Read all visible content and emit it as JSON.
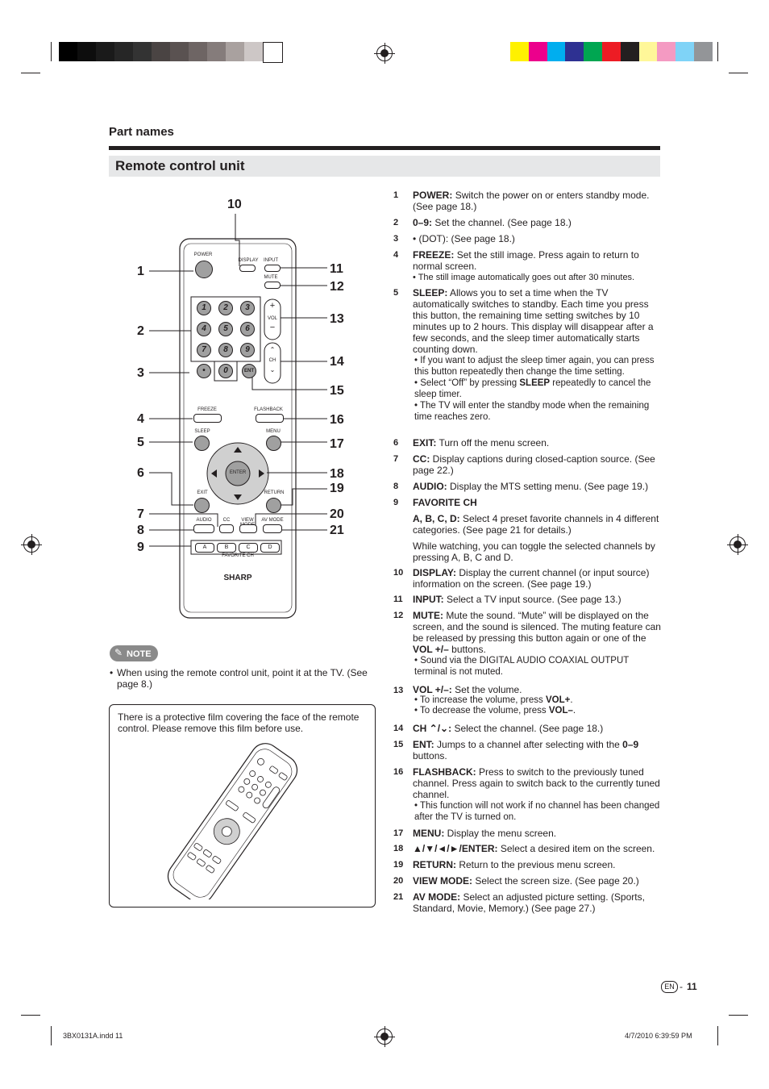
{
  "section": "Part names",
  "title": "Remote control unit",
  "callouts": [
    "1",
    "2",
    "3",
    "4",
    "5",
    "6",
    "7",
    "8",
    "9",
    "10",
    "11",
    "12",
    "13",
    "14",
    "15",
    "16",
    "17",
    "18",
    "19",
    "20",
    "21"
  ],
  "remote": {
    "power": "POWER",
    "display": "DISPLAY",
    "input": "INPUT",
    "mute": "MUTE",
    "digits": [
      "1",
      "2",
      "3",
      "4",
      "5",
      "6",
      "7",
      "8",
      "9",
      "0"
    ],
    "dot": "•",
    "ent": "ENT",
    "vol": "VOL",
    "ch": "CH",
    "vol_plus": "+",
    "vol_minus": "−",
    "freeze": "FREEZE",
    "flashback": "FLASHBACK",
    "sleep": "SLEEP",
    "menu": "MENU",
    "enter": "ENTER",
    "exit": "EXIT",
    "return": "RETURN",
    "audio": "AUDIO",
    "cc": "CC",
    "view_mode": "VIEW MODE",
    "av_mode": "AV MODE",
    "fav": [
      "A",
      "B",
      "C",
      "D"
    ],
    "fav_label": "FAVORITE CH",
    "brand": "SHARP"
  },
  "note": {
    "badge": "NOTE",
    "bullet": "When using the remote control unit, point it at the TV. (See page 8.)"
  },
  "film_text": "There is a protective film covering the face of the remote control. Please remove this film before use.",
  "items": [
    {
      "n": "1",
      "term": "POWER:",
      "text": "Switch the power on or enters standby mode. (See page 18.)"
    },
    {
      "n": "2",
      "term": "0–9:",
      "text": "Set the channel. (See page 18.)"
    },
    {
      "n": "3",
      "term": "",
      "text": "• (DOT): (See page 18.)"
    },
    {
      "n": "4",
      "term": "FREEZE:",
      "text": "Set the still image. Press again to return to normal screen.",
      "sub": "• The still image automatically goes out after 30 minutes."
    },
    {
      "n": "5",
      "term": "SLEEP:",
      "text": "Allows you to set a time when the TV automatically switches to standby. Each time you press this button, the remaining time setting switches by 10 minutes up to 2 hours. This display will disappear after a few seconds, and the sleep timer automatically starts counting down.",
      "sub1": "• If you want to adjust the sleep timer again, you can press this button repeatedly then change the time setting.",
      "sub2a": "• Select “Off” by pressing ",
      "sub2b": "SLEEP",
      "sub2c": " repeatedly to cancel the sleep timer.",
      "sub3": "• The TV will enter the standby mode when the remaining time reaches zero."
    },
    {
      "n": "6",
      "term": "EXIT:",
      "text": "Turn off the menu screen."
    },
    {
      "n": "7",
      "term": "CC:",
      "text": "Display captions during closed-caption source. (See page 22.)"
    },
    {
      "n": "8",
      "term": "AUDIO:",
      "text": "Display the MTS setting menu. (See page 19.)"
    },
    {
      "n": "9",
      "term": "FAVORITE CH",
      "text": "",
      "sub1term": "A, B, C, D:",
      "sub1": "Select 4 preset favorite channels in 4 different categories. (See page 21 for details.)",
      "sub2": "While watching, you can toggle the selected channels by pressing A, B, C and D."
    },
    {
      "n": "10",
      "term": "DISPLAY:",
      "text": "Display the current channel (or input source) information on the screen. (See page 19.)"
    },
    {
      "n": "11",
      "term": "INPUT:",
      "text": "Select a TV input source. (See page 13.)"
    },
    {
      "n": "12",
      "term": "MUTE:",
      "text": "Mute the sound. “Mute” will be displayed on the screen, and the sound is silenced. The muting feature can be released by pressing this button again or one of the",
      "text_b": "VOL +/–",
      "text_c": " buttons.",
      "sub": "• Sound via the DIGITAL AUDIO COAXIAL OUTPUT terminal is not muted."
    },
    {
      "n": "13",
      "term": "VOL +/–:",
      "text": "Set the volume.",
      "sub1a": "• To increase the volume, press ",
      "sub1b": "VOL+",
      "sub1c": ".",
      "sub2a": "• To decrease the volume, press ",
      "sub2b": "VOL–",
      "sub2c": "."
    },
    {
      "n": "14",
      "term": "CH ⌃/⌄:",
      "text": "Select the channel. (See page 18.)"
    },
    {
      "n": "15",
      "term": "ENT:",
      "text": "Jumps to a channel after selecting with the",
      "text_b": "0–9",
      "text_c": " buttons."
    },
    {
      "n": "16",
      "term": "FLASHBACK:",
      "text": "Press to switch to the previously tuned channel. Press again to switch back to the currently tuned channel.",
      "sub": "• This function will not work if no channel has been changed after the TV is turned on."
    },
    {
      "n": "17",
      "term": "MENU:",
      "text": "Display the menu screen."
    },
    {
      "n": "18",
      "term": "▲/▼/◄/►/ENTER:",
      "text": "Select a desired item on the screen."
    },
    {
      "n": "19",
      "term": "RETURN:",
      "text": "Return to the previous menu screen."
    },
    {
      "n": "20",
      "term": "VIEW MODE:",
      "text": "Select the screen size. (See page 20.)"
    },
    {
      "n": "21",
      "term": "AV MODE:",
      "text": "Select an adjusted picture setting. (Sports, Standard, Movie, Memory.) (See page 27.)"
    }
  ],
  "page": {
    "lang": "EN",
    "sep": "-",
    "num": "11"
  },
  "footer": {
    "left": "3BX0131A.indd   11",
    "right": "4/7/2010   6:39:59 PM"
  },
  "colors": {
    "gray_bar": [
      "#000000",
      "#0d0d0d",
      "#1a1a1a",
      "#262626",
      "#333333",
      "#4a4443",
      "#5a5251",
      "#6e6564",
      "#857c7b",
      "#a9a19f",
      "#cdc7c6",
      "#ffffff"
    ],
    "color_bar": [
      "#fff100",
      "#ec008c",
      "#00aeef",
      "#2e3192",
      "#00a651",
      "#ed1c24",
      "#231f20",
      "#fff799",
      "#f49ac2",
      "#7fd3f7",
      "#939598"
    ]
  }
}
